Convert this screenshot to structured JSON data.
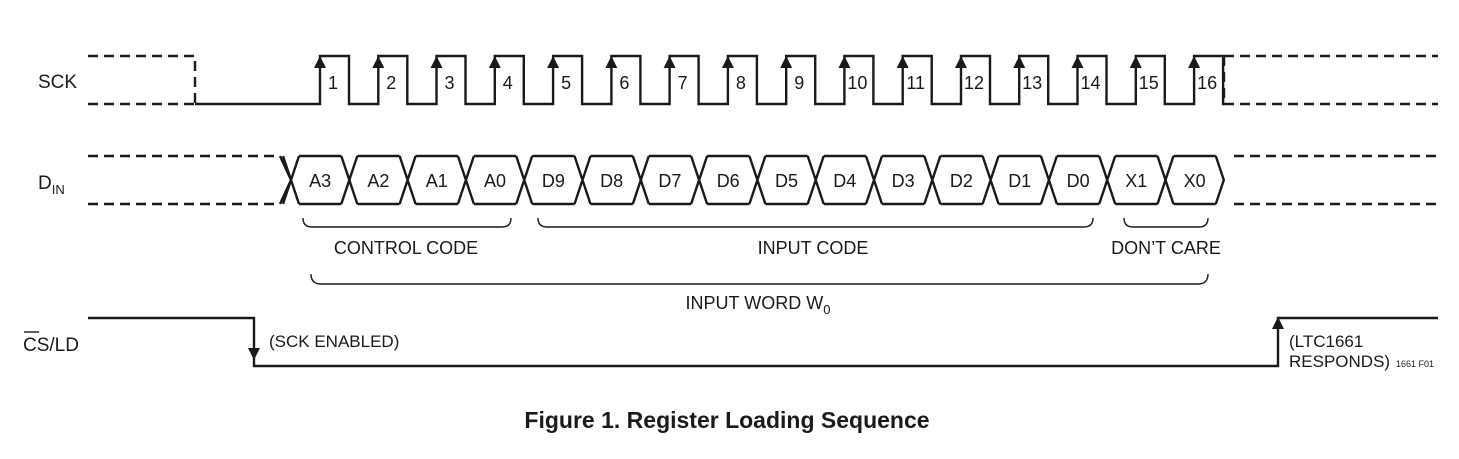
{
  "signals": {
    "sck": "SCK",
    "din_main": "D",
    "din_sub": "IN",
    "cs_bar": "CS",
    "cs_rest": "/LD"
  },
  "clock_labels": [
    "1",
    "2",
    "3",
    "4",
    "5",
    "6",
    "7",
    "8",
    "9",
    "10",
    "11",
    "12",
    "13",
    "14",
    "15",
    "16"
  ],
  "data_bits": [
    "A3",
    "A2",
    "A1",
    "A0",
    "D9",
    "D8",
    "D7",
    "D6",
    "D5",
    "D4",
    "D3",
    "D2",
    "D1",
    "D0",
    "X1",
    "X0"
  ],
  "groups": {
    "control_code": "CONTROL CODE",
    "input_code": "INPUT CODE",
    "dont_care": "DON’T CARE",
    "input_word_main": "INPUT WORD W",
    "input_word_sub": "0"
  },
  "notes": {
    "sck_enabled": "(SCK ENABLED)",
    "responds_line1": "(LTC1661",
    "responds_line2": "RESPONDS)",
    "figure_ref": "1661 F01"
  },
  "caption": "Figure 1. Register Loading Sequence"
}
